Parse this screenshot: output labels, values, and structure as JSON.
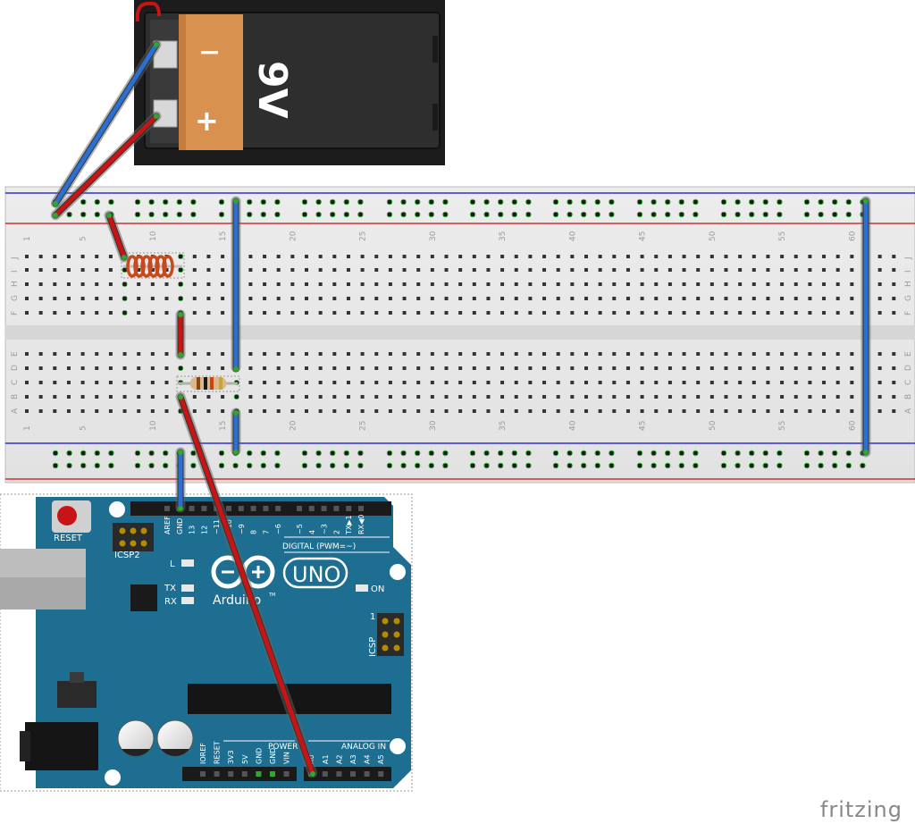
{
  "battery": {
    "voltage_label": "9V",
    "minus_label": "−",
    "plus_label": "+"
  },
  "breadboard": {
    "column_numbers": [
      "1",
      "5",
      "10",
      "15",
      "20",
      "25",
      "30",
      "35",
      "40",
      "45",
      "50",
      "55",
      "60"
    ],
    "top_row_letters": [
      "J",
      "I",
      "H",
      "G",
      "F"
    ],
    "bottom_row_letters": [
      "E",
      "D",
      "C",
      "B",
      "A"
    ]
  },
  "arduino": {
    "reset_label": "RESET",
    "icsp2_label": "ICSP2",
    "icsp_label": "ICSP",
    "icsp_pin1": "1",
    "aref": "AREF",
    "gnd": "GND",
    "digital_pins": [
      "13",
      "12",
      "~11",
      "~10",
      "~9",
      "8",
      "7",
      "~6",
      "~5",
      "4",
      "~3",
      "2",
      "TX▶1",
      "RX◀0"
    ],
    "digital_label": "DIGITAL (PWM=~)",
    "l_label": "L",
    "tx_label": "TX",
    "rx_label": "RX",
    "on_label": "ON",
    "uno_label": "UNO",
    "arduino_text": "Arduino",
    "tm": "TM",
    "power_label": "POWER",
    "analog_label": "ANALOG IN",
    "power_pins": [
      "IOREF",
      "RESET",
      "3V3",
      "5V",
      "GND",
      "GND",
      "VIN"
    ],
    "analog_pins": [
      "A0",
      "A1",
      "A2",
      "A3",
      "A4",
      "A5"
    ]
  },
  "branding": "fritzing",
  "colors": {
    "wire_blue": "#2b6fd1",
    "wire_red": "#c81414",
    "arduino_board": "#1e6e91",
    "breadboard": "#e6e6e6",
    "battery_body": "#2e2e2e",
    "battery_label": "#d9914f",
    "coil": "#c84a1c"
  }
}
